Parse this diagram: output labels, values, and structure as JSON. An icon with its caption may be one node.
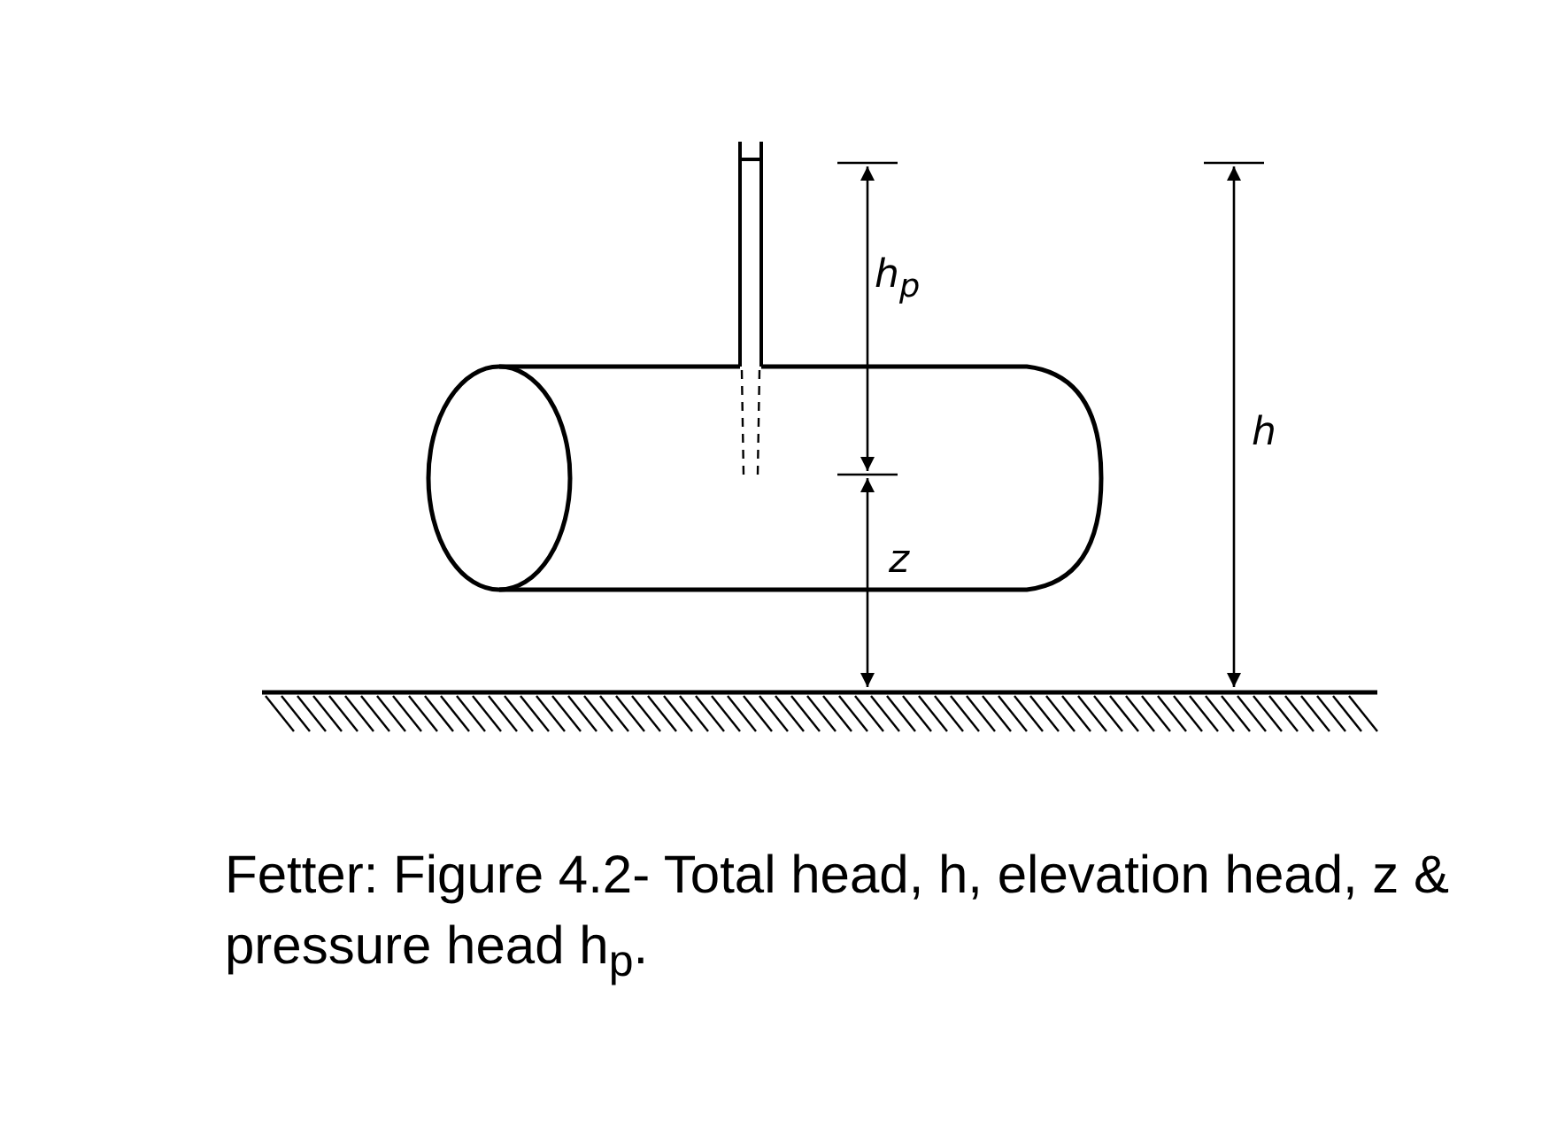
{
  "diagram": {
    "caption": "Fetter: Figure 4.2- Total head, h, elevation head, z & pressure head h$_{p}$.",
    "labels": [
      "h$_{p}$",
      "z",
      "h"
    ]
  }
}
